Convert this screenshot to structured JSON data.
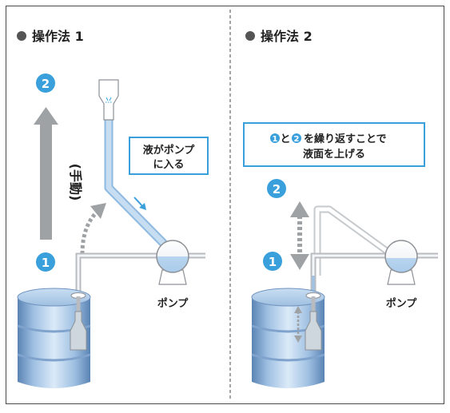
{
  "panels": [
    {
      "title": "操作法 1",
      "step_labels": [
        "1",
        "2"
      ],
      "manual_label": "(手動)",
      "note": [
        "液がポンプ",
        "に入る"
      ],
      "pump_label": "ポンプ"
    },
    {
      "title": "操作法 2",
      "step_labels": [
        "1",
        "2"
      ],
      "caption_prefix_badges": [
        "1",
        "2"
      ],
      "caption_line1_parts": [
        "と",
        "を繰り返すことで"
      ],
      "caption_line2": "液面を上げる",
      "pump_label": "ポンプ"
    }
  ],
  "colors": {
    "accent_blue": "#3aa0dc",
    "frame": "#4a4a4a",
    "pipe": "#b8bcc0",
    "liquid": "#b9d5ef",
    "drum_dark": "#5c86b5",
    "drum_light": "#d9e9f8",
    "arrow_gray": "#9fa2a5",
    "dot_gray": "#6f6f6f"
  }
}
